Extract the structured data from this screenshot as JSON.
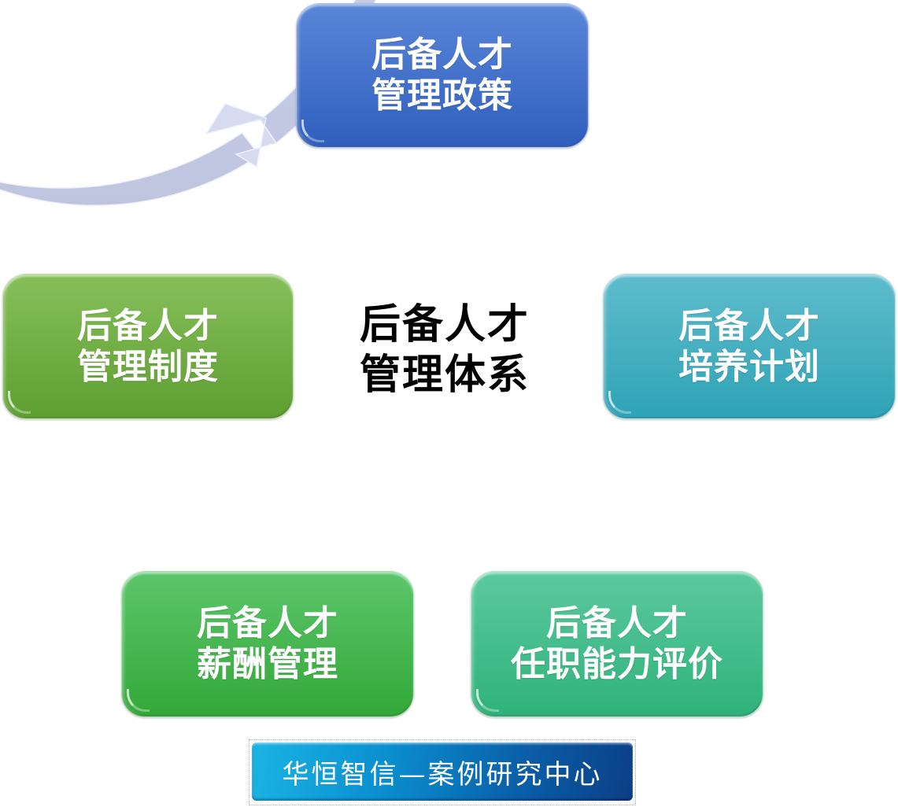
{
  "diagram": {
    "type": "cycle",
    "center": {
      "line1": "后备人才",
      "line2": "管理体系"
    },
    "nodes": [
      {
        "id": "policy",
        "line1": "后备人才",
        "line2": "管理政策",
        "color": "#3f6fcb"
      },
      {
        "id": "train",
        "line1": "后备人才",
        "line2": "培养计划",
        "color": "#3aafc1"
      },
      {
        "id": "eval",
        "line1": "后备人才",
        "line2": "任职能力评价",
        "color": "#3dbd8a"
      },
      {
        "id": "salary",
        "line1": "后备人才",
        "line2": "薪酬管理",
        "color": "#40b548"
      },
      {
        "id": "system",
        "line1": "后备人才",
        "line2": "管理制度",
        "color": "#6fae44"
      }
    ],
    "cycle_direction": "clockwise",
    "ring_color_top": "#d5dbee",
    "ring_color_bottom": "#c0c6e0"
  },
  "footer": {
    "label": "华恒智信—案例研究中心",
    "color_start": "#1bb4e4",
    "color_end": "#0b3f85"
  }
}
